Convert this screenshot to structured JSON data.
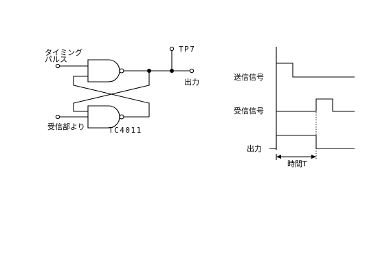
{
  "circuit": {
    "input_top": "タイミング\nパルス",
    "input_bottom": "受信部より",
    "test_point": "TP7",
    "output": "出力",
    "ic": "TC4011"
  },
  "timing": {
    "rows": [
      "送信信号",
      "受信信号",
      "出力"
    ],
    "interval": "時間T"
  }
}
